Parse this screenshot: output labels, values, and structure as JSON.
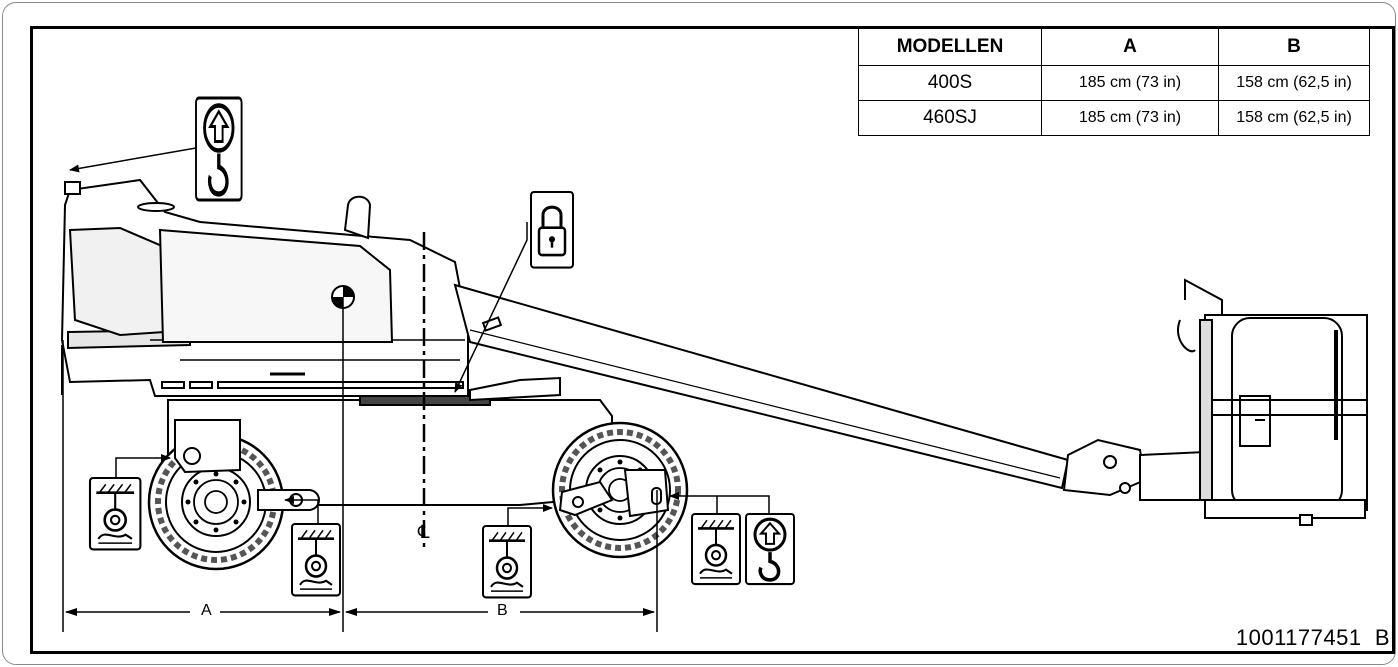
{
  "table": {
    "headers": [
      "MODELLEN",
      "A",
      "B"
    ],
    "rows": [
      {
        "model": "400S",
        "a": "185 cm (73 in)",
        "b": "158 cm (62,5 in)"
      },
      {
        "model": "460SJ",
        "a": "185 cm (73 in)",
        "b": "158 cm (62,5 in)"
      }
    ]
  },
  "dimensions": {
    "a_label": "A",
    "b_label": "B"
  },
  "centerline_symbol": "℄",
  "part_number": "1001177451  B",
  "icons": [
    "lift-hook-icon",
    "padlock-icon",
    "center-of-gravity-icon",
    "tie-down-icon"
  ]
}
